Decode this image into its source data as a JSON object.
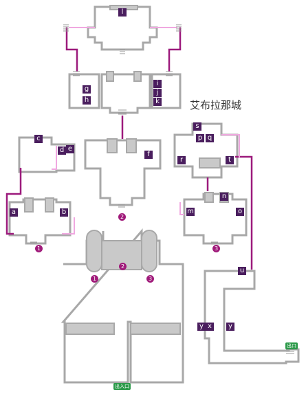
{
  "map_title": "艾布拉那城",
  "exit_labels": {
    "exit_right": "出口",
    "entrance_bottom": "出入口"
  },
  "labels": [
    {
      "id": "l",
      "text": "l"
    },
    {
      "id": "g",
      "text": "g"
    },
    {
      "id": "h",
      "text": "h"
    },
    {
      "id": "i",
      "text": "i"
    },
    {
      "id": "j",
      "text": "j"
    },
    {
      "id": "k",
      "text": "k"
    },
    {
      "id": "c",
      "text": "c"
    },
    {
      "id": "d",
      "text": "d"
    },
    {
      "id": "e",
      "text": "e"
    },
    {
      "id": "f",
      "text": "f"
    },
    {
      "id": "s",
      "text": "s"
    },
    {
      "id": "p",
      "text": "p"
    },
    {
      "id": "q",
      "text": "q"
    },
    {
      "id": "r",
      "text": "r"
    },
    {
      "id": "t",
      "text": "t"
    },
    {
      "id": "a",
      "text": "a"
    },
    {
      "id": "b",
      "text": "b"
    },
    {
      "id": "n",
      "text": "n"
    },
    {
      "id": "m",
      "text": "m"
    },
    {
      "id": "o",
      "text": "o"
    },
    {
      "id": "u",
      "text": "u"
    },
    {
      "id": "y1",
      "text": "y"
    },
    {
      "id": "x",
      "text": "x"
    },
    {
      "id": "y2",
      "text": "y"
    }
  ],
  "markers": [
    {
      "id": "m1a",
      "text": "1"
    },
    {
      "id": "m2a",
      "text": "2"
    },
    {
      "id": "m3a",
      "text": "3"
    },
    {
      "id": "m1b",
      "text": "1"
    },
    {
      "id": "m2b",
      "text": "2"
    },
    {
      "id": "m3b",
      "text": "3"
    }
  ],
  "colors": {
    "wall": "#a8a8a8",
    "connector_dark": "#9c1a7c",
    "connector_light": "#f0a8e0",
    "label_bg": "#4a1e5e",
    "marker_bg": "#a01a7a",
    "exit_bg": "#2c9a4a"
  }
}
